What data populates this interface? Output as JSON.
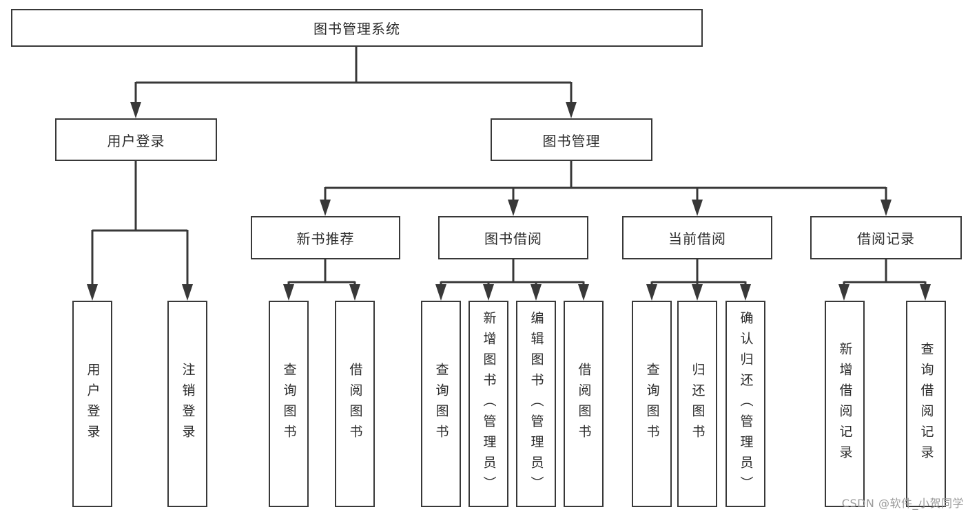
{
  "diagram": {
    "root": "图书管理系统",
    "level2": [
      "用户登录",
      "图书管理"
    ],
    "level3": [
      "新书推荐",
      "图书借阅",
      "当前借阅",
      "借阅记录"
    ],
    "leaves": {
      "userLogin": [
        "用户登录",
        "注销登录"
      ],
      "newBook": [
        "查询图书",
        "借阅图书"
      ],
      "bookBorrow": [
        "查询图书",
        "新增图书（管理员）",
        "编辑图书（管理员）",
        "借阅图书"
      ],
      "currentBorrow": [
        "查询图书",
        "归还图书",
        "确认归还（管理员）"
      ],
      "borrowRecords": [
        "新增借阅记录",
        "查询借阅记录"
      ]
    }
  },
  "watermark": "CSDN @软件_小贺同学",
  "colors": {
    "line": "#383838",
    "text": "#2b2b2b",
    "watermark": "#9b9b9b",
    "background": "#ffffff"
  }
}
